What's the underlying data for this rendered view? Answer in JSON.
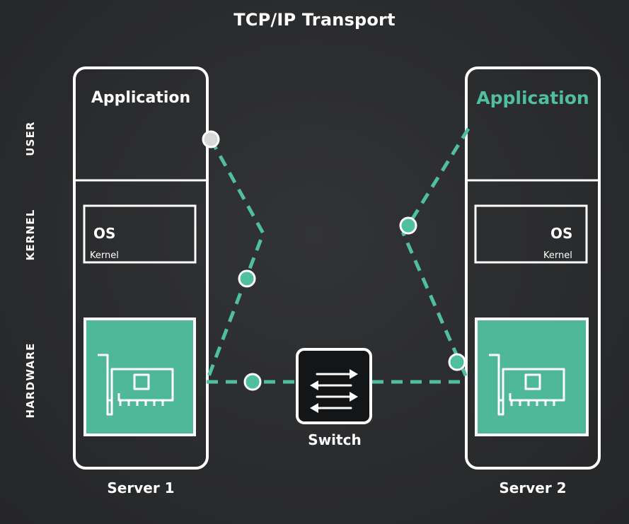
{
  "title": "TCP/IP Transport",
  "layers": {
    "user": "USER",
    "kernel": "KERNEL",
    "hardware": "HARDWARE"
  },
  "server1": {
    "application": "Application",
    "os": "OS",
    "kernel": "Kernel",
    "name": "Server 1"
  },
  "server2": {
    "application": "Application",
    "os": "OS",
    "kernel": "Kernel",
    "name": "Server 2"
  },
  "switch": {
    "label": "Switch"
  },
  "colors": {
    "accent": "#4fbf9f",
    "nic_fill": "#4fb898",
    "outline": "#ffffff",
    "background": "#2b2c2e"
  }
}
